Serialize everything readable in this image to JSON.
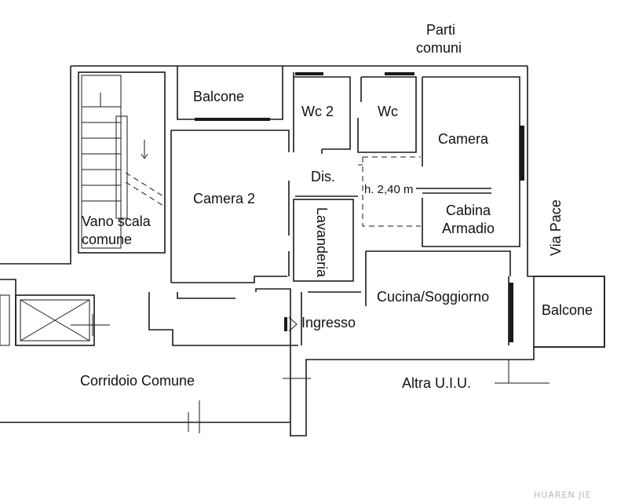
{
  "labels": {
    "parti_comuni_line1": "Parti",
    "parti_comuni_line2": "comuni",
    "balcone_top": "Balcone",
    "wc2": "Wc 2",
    "wc": "Wc",
    "camera": "Camera",
    "dis": "Dis.",
    "height_note": "h. 2,40 m",
    "camera2": "Camera 2",
    "lavanderia": "Lavanderia",
    "cabina_line1": "Cabina",
    "cabina_line2": "Armadio",
    "via_pace": "Via Pace",
    "vano_line1": "Vano scala",
    "vano_line2": "comune",
    "cucina": "Cucina/Soggiorno",
    "balcone_right": "Balcone",
    "ingresso": "Ingresso",
    "corridoio": "Corridoio Comune",
    "altra_uiu": "Altra U.I.U."
  },
  "watermark": "HUAREN JIE",
  "colors": {
    "line": "#1a1a1a",
    "background": "#ffffff"
  }
}
